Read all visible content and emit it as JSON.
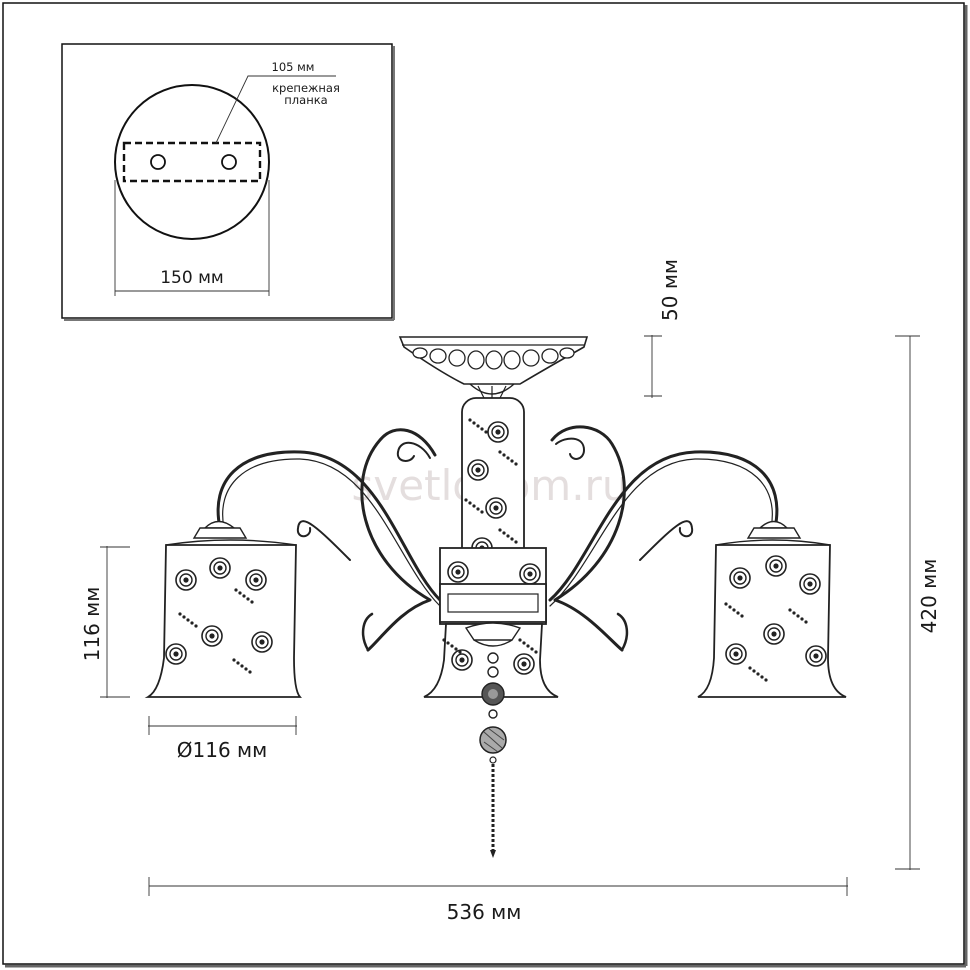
{
  "watermark": "svetlodom.ru",
  "inset": {
    "bar_spacing_label": "105 мм",
    "mount_label_line1": "крепежная",
    "mount_label_line2": "планка",
    "base_diameter_label": "150 мм"
  },
  "dimensions": {
    "canopy_height": "50 мм",
    "total_height": "420 мм",
    "shade_height": "116 мм",
    "shade_diameter": "Ø116 мм",
    "total_width": "536 мм"
  }
}
